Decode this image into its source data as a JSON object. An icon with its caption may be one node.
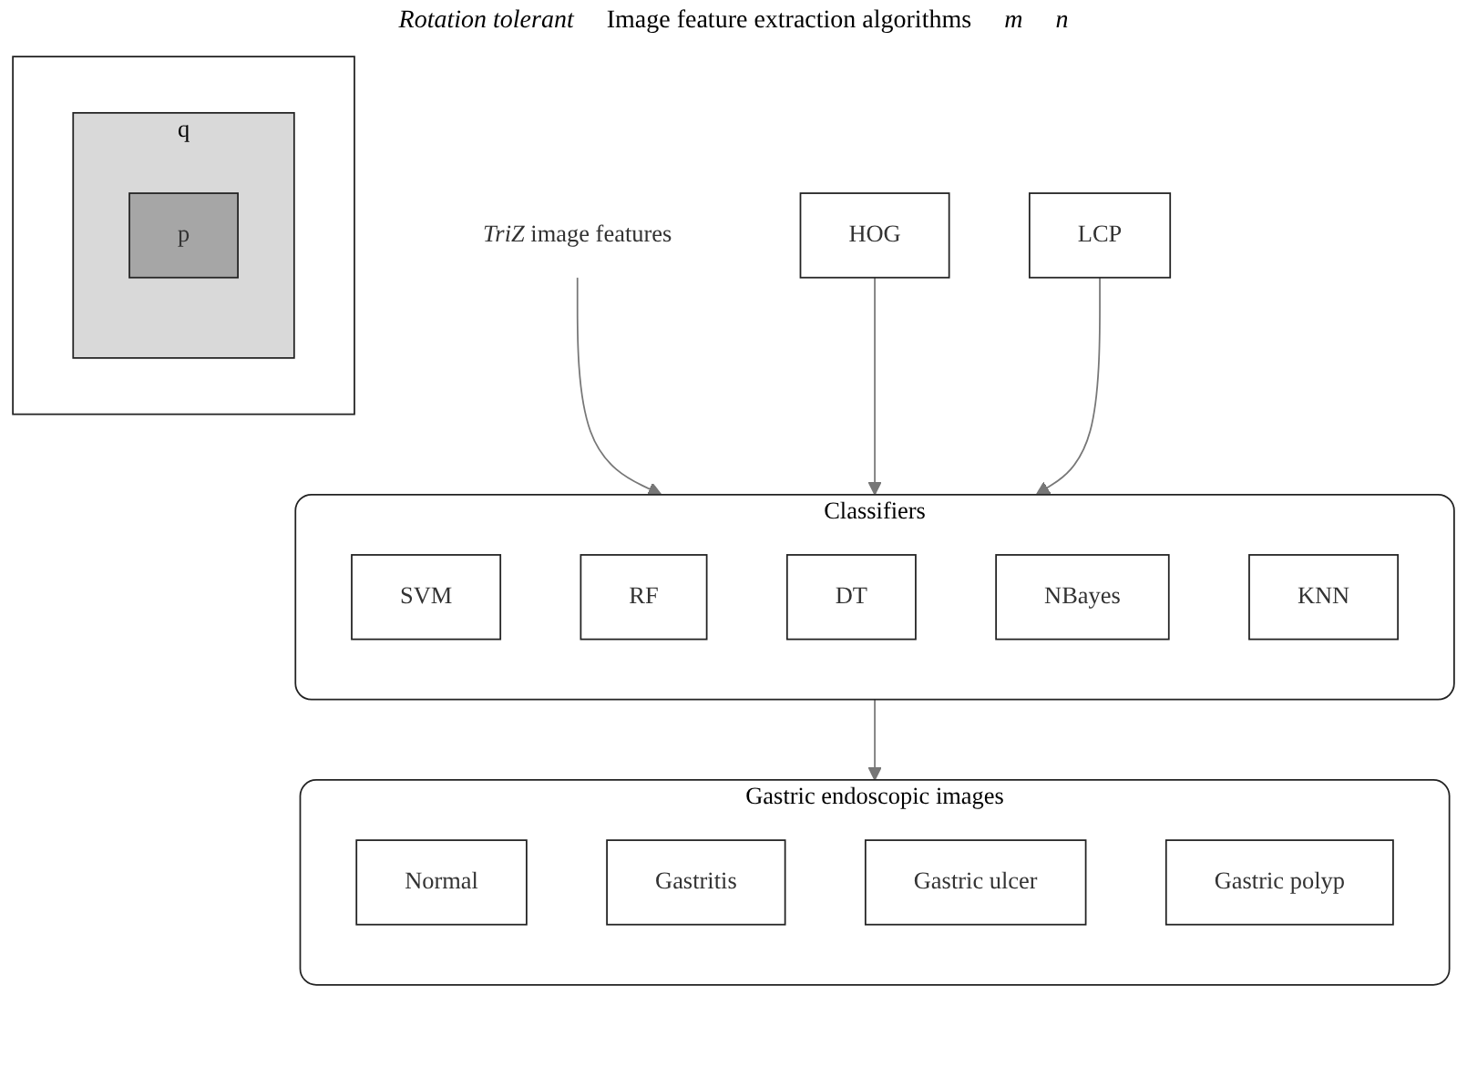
{
  "diagram": {
    "nodes": [
      {
        "text": [],
        "shape": "box"
      },
      {
        "text": [
          "q"
        ],
        "in": 0
      },
      {
        "text": [
          "p"
        ],
        "in": 1
      },
      {
        "text": [
          "HOG"
        ]
      },
      {
        "text": [
          "LCP"
        ]
      },
      {
        "text": [
          "*TriZ* image features"
        ]
      },
      {
        "text": [
          "Classifiers"
        ]
      },
      {
        "text": [
          "SVM"
        ],
        "in": 6
      },
      {
        "text": [
          "RF"
        ],
        "in": 6
      },
      {
        "text": [
          "DT"
        ],
        "in": 6
      },
      {
        "text": [
          "NBayes"
        ],
        "in": 6
      },
      {
        "text": [
          "KNN"
        ],
        "in": 6
      },
      {
        "text": [
          "Gastric endoscopic images"
        ]
      },
      {
        "text": [
          "Normal"
        ],
        "in": 12
      },
      {
        "text": [
          "Gastritis"
        ],
        "in": 12
      },
      {
        "text": [
          "Gastric ulcer"
        ],
        "in": 12
      },
      {
        "text": [
          "Gastric polyp"
        ],
        "in": 12
      }
    ],
    "edges": [
      {
        "from": 5,
        "to": 6,
        "arrow": "to"
      },
      {
        "from": 3,
        "to": 6,
        "arrow": "to"
      },
      {
        "from": 4,
        "to": 6,
        "arrow": "to"
      },
      {
        "from": 6,
        "to": 12,
        "arrow": "to"
      }
    ],
    "labels": [
      "Rotation tolerant",
      "Image feature extraction algorithms",
      "m",
      "n"
    ]
  }
}
